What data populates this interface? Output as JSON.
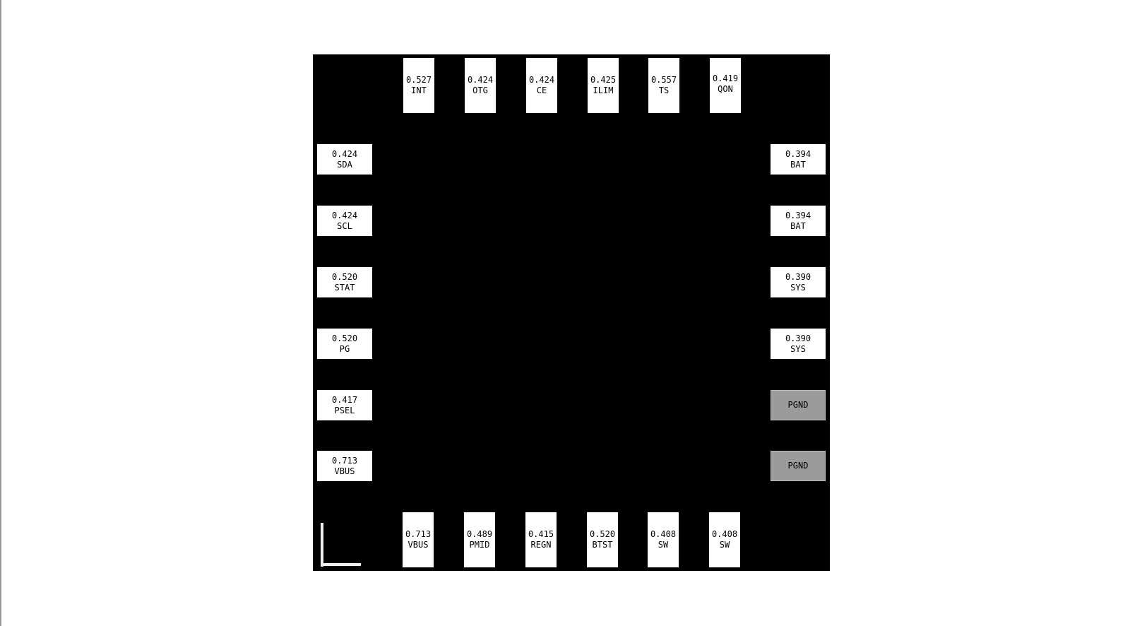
{
  "diagram": {
    "title": "",
    "package_color": "#000000",
    "pin_color": "#ffffff",
    "ground_pin_color": "#9b9b9b",
    "pins": {
      "top": [
        {
          "value": "0.527",
          "name": "INT"
        },
        {
          "value": "0.424",
          "name": "OTG"
        },
        {
          "value": "0.424",
          "name": "CE"
        },
        {
          "value": "0.425",
          "name": "ILIM"
        },
        {
          "value": "0.557",
          "name": "TS"
        },
        {
          "value": "0.419",
          "name": "QON"
        }
      ],
      "left": [
        {
          "value": "0.424",
          "name": "SDA"
        },
        {
          "value": "0.424",
          "name": "SCL"
        },
        {
          "value": "0.520",
          "name": "STAT"
        },
        {
          "value": "0.520",
          "name": "PG"
        },
        {
          "value": "0.417",
          "name": "PSEL"
        },
        {
          "value": "0.713",
          "name": "VBUS"
        }
      ],
      "right": [
        {
          "value": "0.394",
          "name": "BAT"
        },
        {
          "value": "0.394",
          "name": "BAT"
        },
        {
          "value": "0.390",
          "name": "SYS"
        },
        {
          "value": "0.390",
          "name": "SYS"
        },
        {
          "value": "",
          "name": "PGND"
        },
        {
          "value": "",
          "name": "PGND"
        }
      ],
      "bottom": [
        {
          "value": "0.713",
          "name": "VBUS"
        },
        {
          "value": "0.489",
          "name": "PMID"
        },
        {
          "value": "0.415",
          "name": "REGN"
        },
        {
          "value": "0.520",
          "name": "BTST"
        },
        {
          "value": "0.408",
          "name": "SW"
        },
        {
          "value": "0.408",
          "name": "SW"
        }
      ]
    },
    "orientation_marker": "pin-1-corner-L"
  }
}
